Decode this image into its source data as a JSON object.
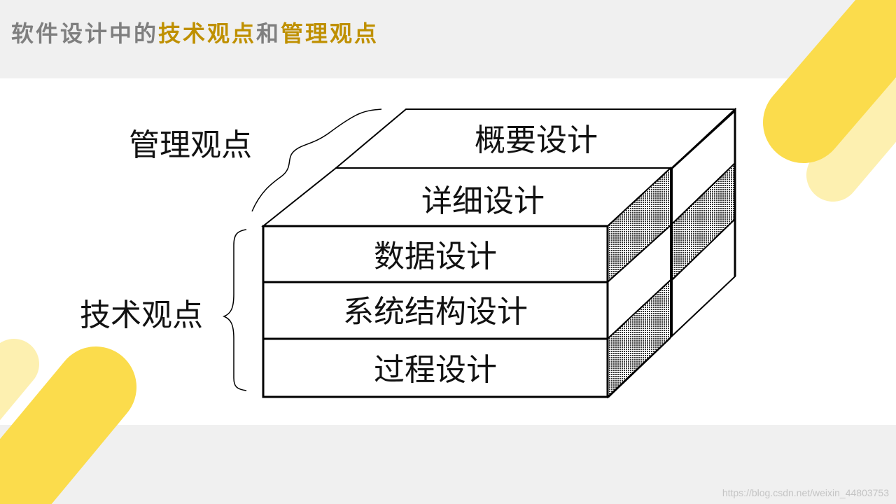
{
  "title": {
    "part1": "软件设计中的",
    "part2": "技术观点",
    "part3": "和",
    "part4": "管理观点"
  },
  "diagram": {
    "management_label": "管理观点",
    "technical_label": "技术观点",
    "layers": {
      "overview": "概要设计",
      "detailed": "详细设计",
      "data": "数据设计",
      "architecture": "系统结构设计",
      "procedure": "过程设计"
    }
  },
  "colors": {
    "accent_yellow": "#fbdc4c",
    "light_yellow": "#fdf0b0",
    "title_gray": "#7f7f7f",
    "title_gold": "#bf9000",
    "band_gray": "#f0f0f0"
  },
  "watermark": "https://blog.csdn.net/weixin_44803753"
}
